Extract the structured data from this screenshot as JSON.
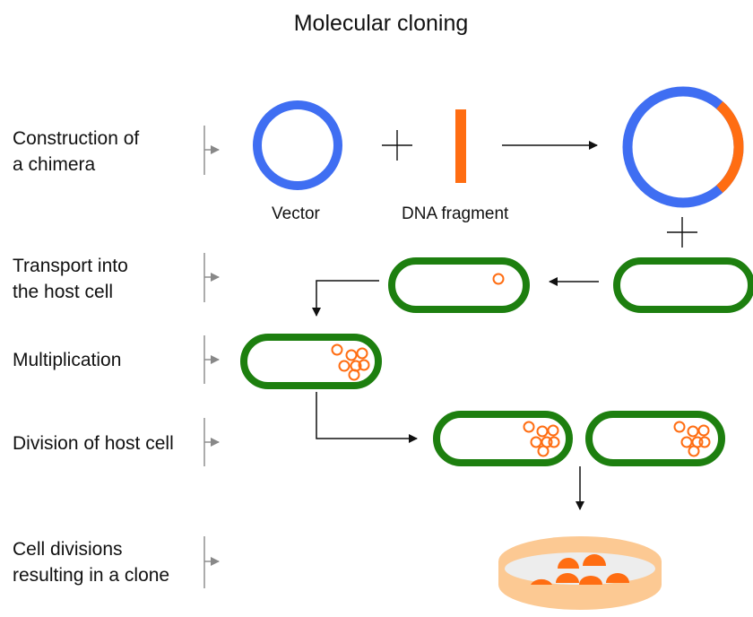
{
  "title": "Molecular cloning",
  "steps": [
    {
      "line1": "Construction of",
      "line2": "a chimera"
    },
    {
      "line1": "Transport into",
      "line2": "the host cell"
    },
    {
      "line1": "Multiplication",
      "line2": ""
    },
    {
      "line1": "Division of host cell",
      "line2": ""
    },
    {
      "line1": "Cell divisions",
      "line2": "resulting in a clone"
    }
  ],
  "captions": {
    "vector": "Vector",
    "fragment": "DNA fragment"
  },
  "colors": {
    "vector": "#3f6ef2",
    "fragment": "#ff6d12",
    "cell": "#1d7f0f",
    "dish": "#fcc993",
    "arrow": "#111111",
    "bracket": "#888888"
  }
}
